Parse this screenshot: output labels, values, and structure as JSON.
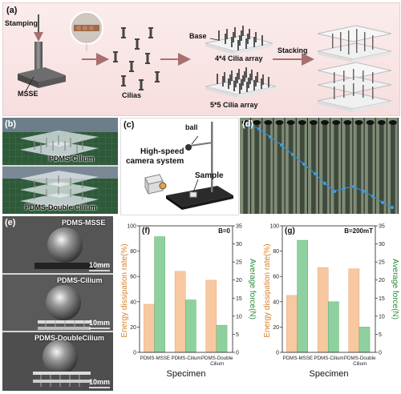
{
  "panel_a": {
    "label": "(a)",
    "stamping": "Stamping",
    "msse": "MSSE",
    "cilias": "Cilias",
    "base": "Base",
    "array_4": "4*4 Cilia array",
    "array_5": "5*5 Cilia array",
    "stacking": "Stacking"
  },
  "panel_b": {
    "label": "(b)",
    "cilium": "PDMS-Cilium",
    "double": "PDMS-Double Cilium"
  },
  "panel_c": {
    "label": "(c)",
    "ball": "ball",
    "camera_1": "High-speed",
    "camera_2": "camera system",
    "sample": "Sample"
  },
  "panel_d": {
    "label": "(d)"
  },
  "panel_e": {
    "label": "(e)",
    "msse": "PDMS-MSSE",
    "cilium": "PDMS-Cilium",
    "double": "PDMS-DoubleCilium",
    "scale": "10mm"
  },
  "colors": {
    "energy": "#f8c8a0",
    "force": "#8fd19e",
    "energy_axis": "#d9822b",
    "force_axis": "#2e8b3a"
  },
  "chart_data": [
    {
      "type": "bar",
      "panel": "(f)",
      "annotation": "B=0",
      "categories": [
        "PDMS-MSSE",
        "PDMS-Cilium",
        "PDMS-Double Cilium"
      ],
      "series": [
        {
          "axis": "left",
          "values": [
            38,
            64,
            57
          ]
        },
        {
          "axis": "right",
          "values": [
            32,
            14.5,
            7.5
          ]
        }
      ],
      "ylabel": "Energy dissipation rate(%)",
      "y2label": "Average force(N)",
      "xlabel": "Specimen",
      "ylim": [
        0,
        100
      ],
      "yticks": [
        0,
        20,
        40,
        60,
        80,
        100
      ],
      "y2lim": [
        0,
        35
      ],
      "y2ticks": [
        0,
        5,
        10,
        15,
        20,
        25,
        30,
        35
      ]
    },
    {
      "type": "bar",
      "panel": "(g)",
      "annotation": "B=200mT",
      "categories": [
        "PDMS-MSSE",
        "PDMS-Cilium",
        "PDMS-Double Cilium"
      ],
      "series": [
        {
          "axis": "left",
          "values": [
            45,
            67,
            66
          ]
        },
        {
          "axis": "right",
          "values": [
            31,
            14,
            7
          ]
        }
      ],
      "ylabel": "Energy dissipation rate(%)",
      "y2label": "Average force(N)",
      "xlabel": "Specimen",
      "ylim": [
        0,
        100
      ],
      "yticks": [
        0,
        20,
        40,
        60,
        80,
        100
      ],
      "y2lim": [
        0,
        35
      ],
      "y2ticks": [
        0,
        5,
        10,
        15,
        20,
        25,
        30,
        35
      ]
    }
  ]
}
